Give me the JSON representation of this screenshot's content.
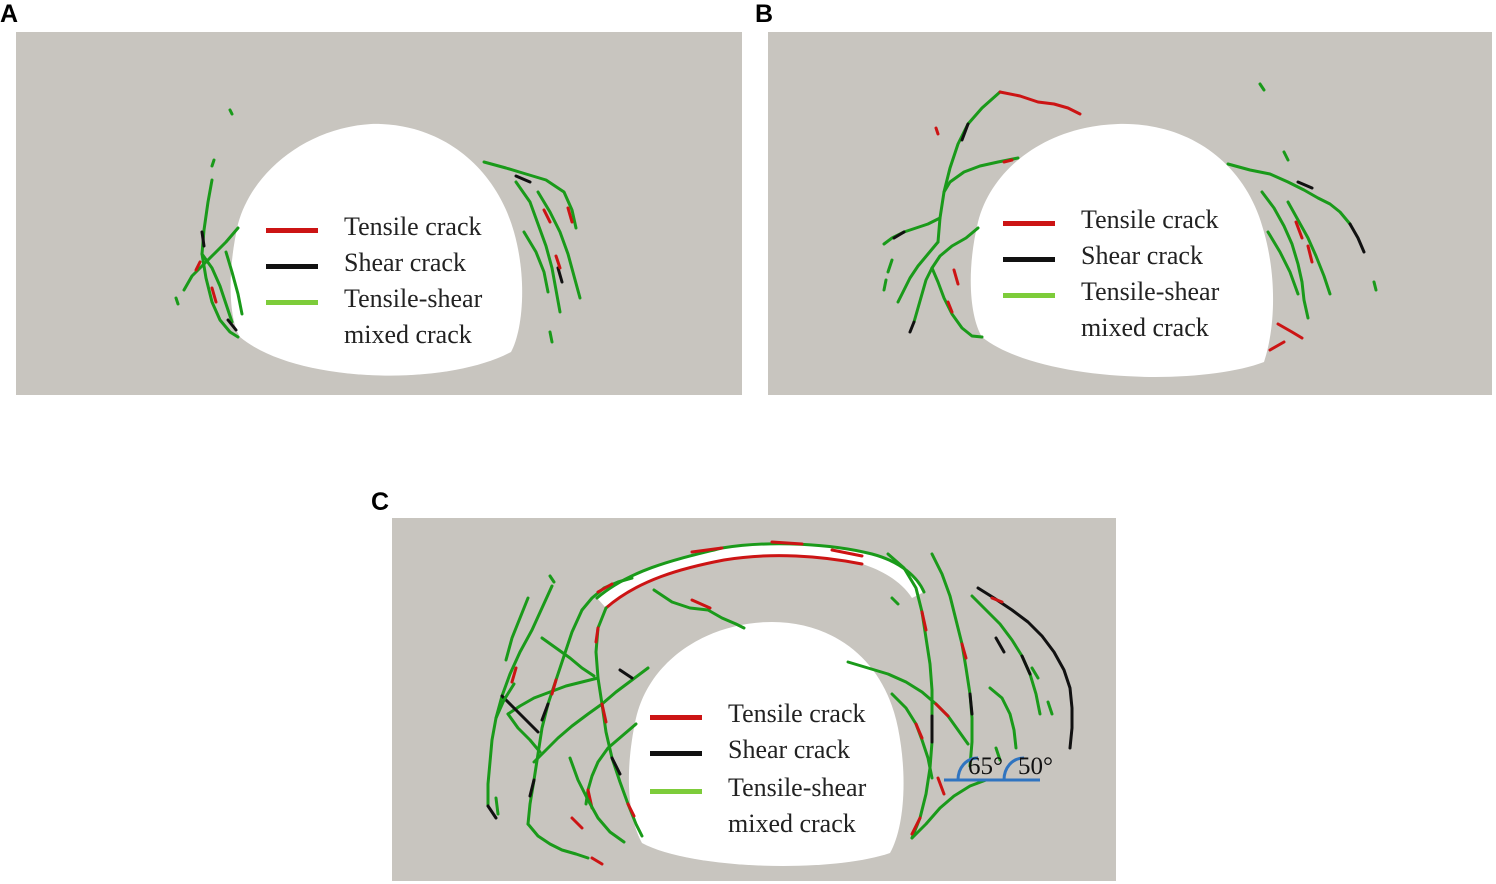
{
  "panels": [
    {
      "id": "A",
      "letter": "A"
    },
    {
      "id": "B",
      "letter": "B"
    },
    {
      "id": "C",
      "letter": "C"
    }
  ],
  "legend": {
    "tensile": "Tensile crack",
    "shear": "Shear crack",
    "mixed_line1": "Tensile-shear",
    "mixed_line2": "mixed crack"
  },
  "angles": {
    "a1": "65°",
    "a2": "50°"
  },
  "colors": {
    "rock": "#c8c5bf",
    "tunnel": "#ffffff",
    "tensile": "#cc1414",
    "shear": "#111111",
    "mixed": "#7dcc3a",
    "crack_trace": "#1a9a1a",
    "angle_line": "#2f74c0"
  }
}
